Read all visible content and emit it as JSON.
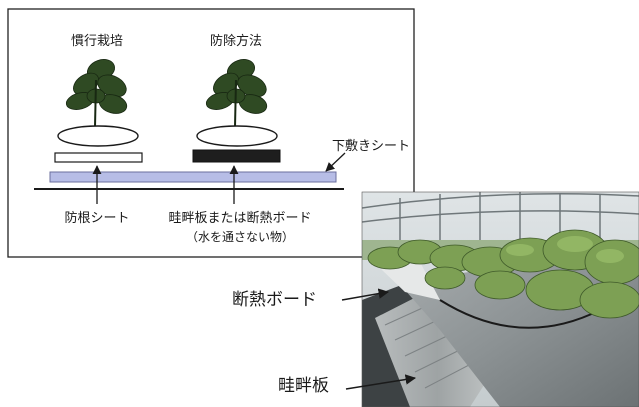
{
  "diagram": {
    "labels": {
      "conventional": "慣行栽培",
      "control_method": "防除方法",
      "underlay_sheet": "下敷きシート",
      "root_barrier_sheet": "防根シート",
      "board_line1": "畦畔板または断熱ボード",
      "board_line2": "（水を通さない物）"
    }
  },
  "photo": {
    "labels": {
      "insulation_board": "断熱ボード",
      "ridge_board": "畦畔板"
    }
  },
  "colors": {
    "underlay_sheet": "#b7bde6",
    "board": "#1e1e1e",
    "leaf": "#2f4a23",
    "foliage": "#7da054",
    "plastic_mulch": "#8f9699"
  }
}
